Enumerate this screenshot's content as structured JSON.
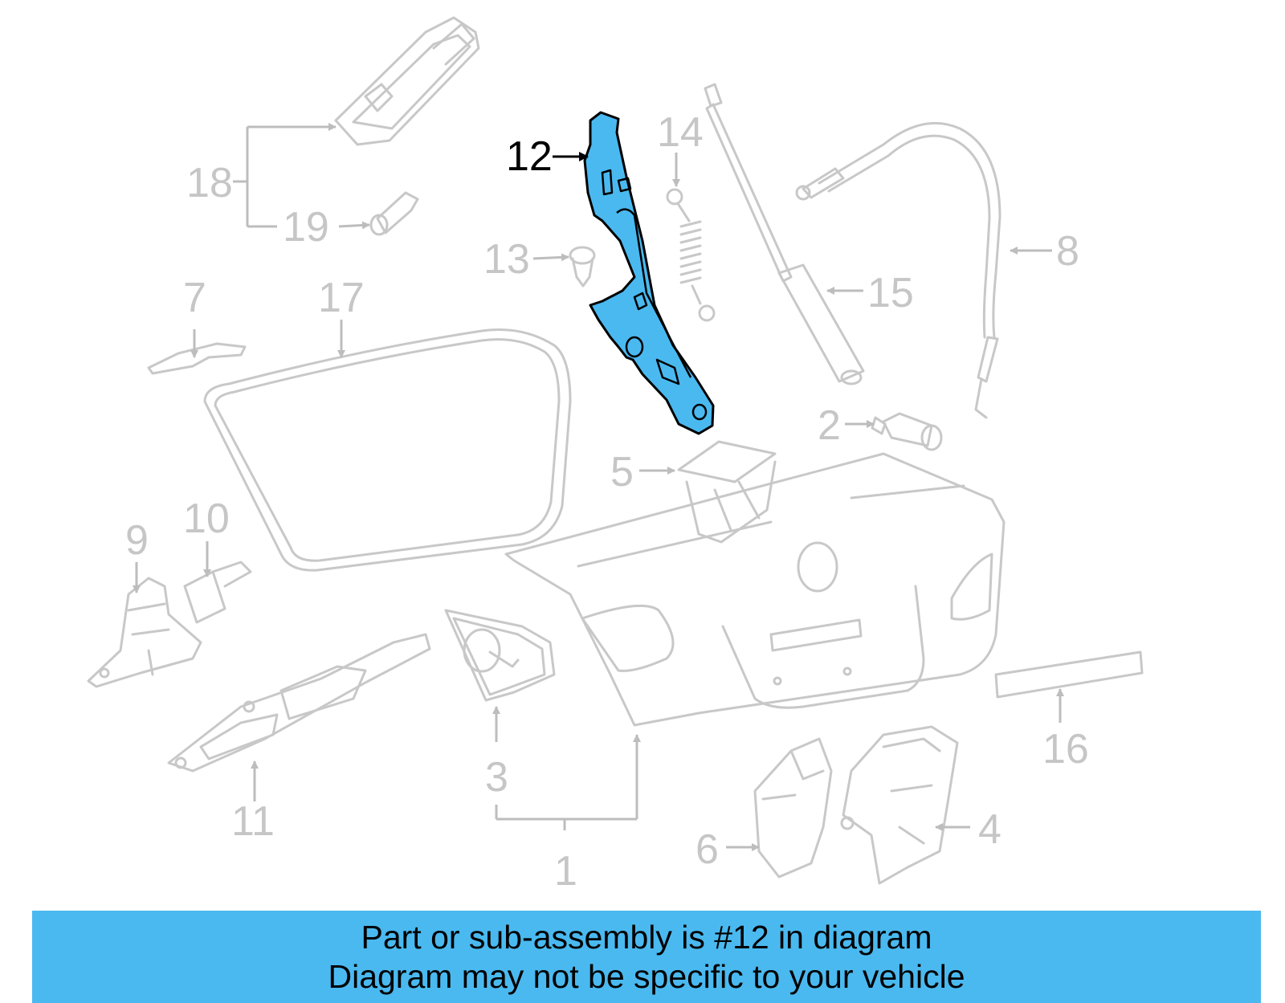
{
  "diagram": {
    "highlighted_part": "12",
    "highlight_color": "#4ab9f0",
    "callouts": [
      "1",
      "2",
      "3",
      "4",
      "5",
      "6",
      "7",
      "8",
      "9",
      "10",
      "11",
      "12",
      "13",
      "14",
      "15",
      "16",
      "17",
      "18",
      "19"
    ]
  },
  "banner": {
    "line1": "Part or sub-assembly is #12 in diagram",
    "line2": "Diagram may not be specific to your vehicle",
    "background": "#4ab9f0"
  }
}
